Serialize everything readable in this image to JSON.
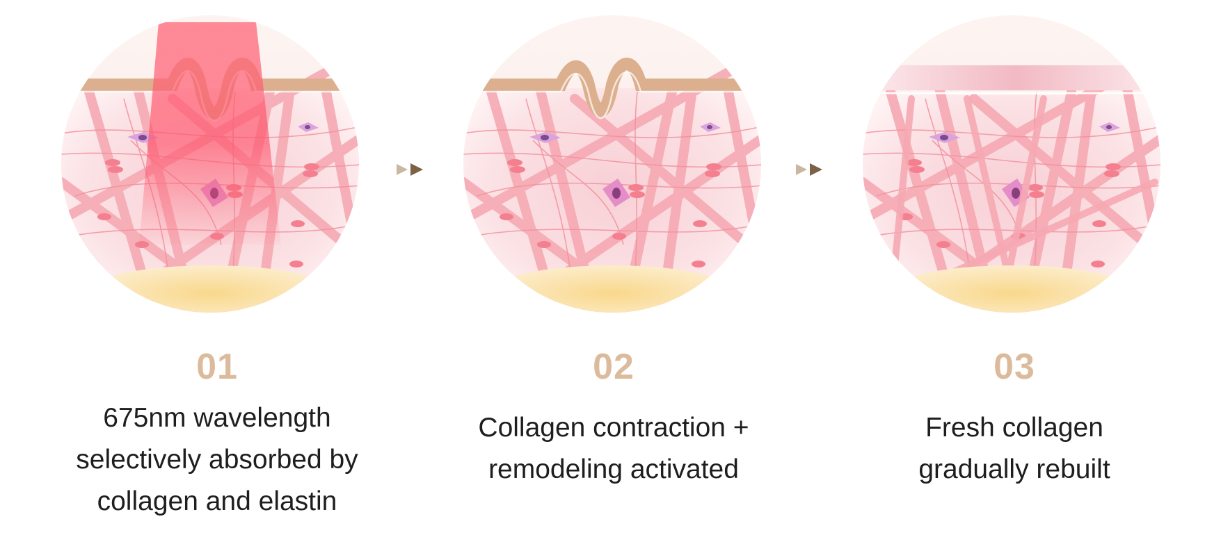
{
  "colors": {
    "step_number": "#dcbb9c",
    "caption_text": "#1e1e1e",
    "collagen_fiber": "#f29aa6",
    "epidermis": "#dcb08e",
    "light_beam": "#ff5a70",
    "fibroblast_cell": "#c78ac9",
    "fat_layer": "#f8d98e",
    "arrow_light": "#c9b7a2",
    "arrow_dark": "#7d6147"
  },
  "arrow_icon": "double-play-arrow-icon",
  "steps": [
    {
      "number": "01",
      "lines": [
        "675nm wavelength",
        "selectively absorbed by",
        "collagen and elastin"
      ],
      "icon": "skin-cross-section-red-light-icon"
    },
    {
      "number": "02",
      "lines": [
        "Collagen contraction +",
        "remodeling activated"
      ],
      "icon": "skin-cross-section-contracting-icon"
    },
    {
      "number": "03",
      "lines": [
        "Fresh collagen",
        "gradually rebuilt"
      ],
      "icon": "skin-cross-section-rebuilt-icon"
    }
  ]
}
